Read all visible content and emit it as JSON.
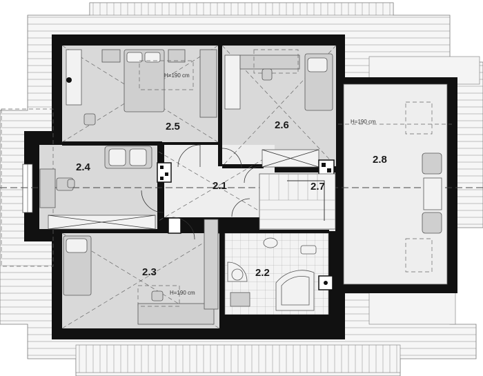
{
  "rooms": {
    "r21": "2.1",
    "r22": "2.2",
    "r23": "2.3",
    "r24": "2.4",
    "r25": "2.5",
    "r26": "2.6",
    "r27": "2.7",
    "r28": "2.8"
  },
  "notes": {
    "height_25": "H=190 cm",
    "height_23": "H=190 cm",
    "height_28": "H=190 cm"
  },
  "colors": {
    "wall": "#111111",
    "floor": "#d9d9d9",
    "terrace": "#eeeeee",
    "roof": "#f4f4f4"
  }
}
